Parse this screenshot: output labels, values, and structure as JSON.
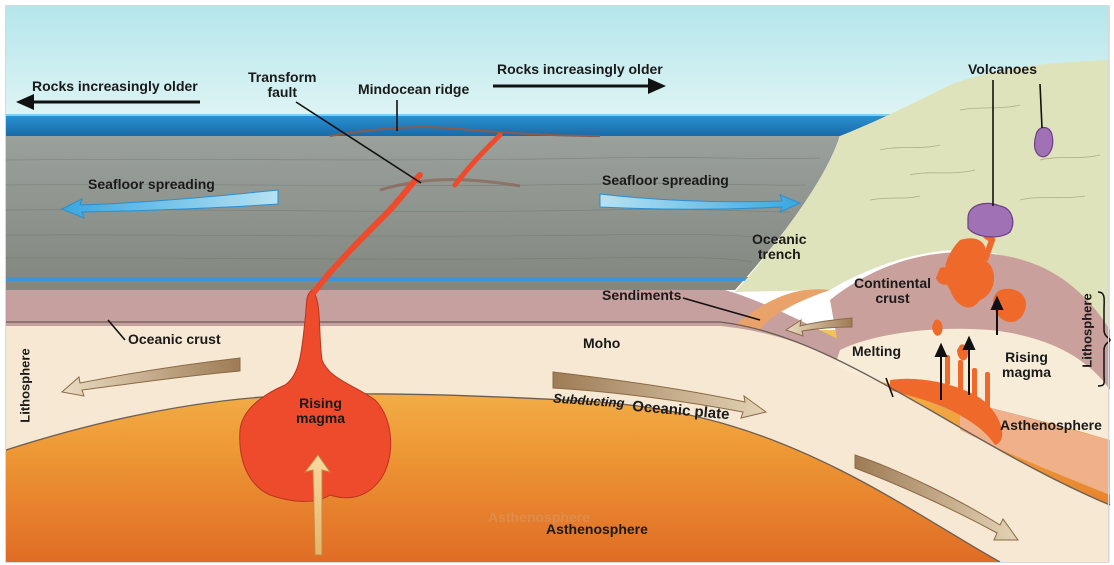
{
  "labels": {
    "rocks_older_left": "Rocks increasingly older",
    "rocks_older_right": "Rocks increasingly older",
    "transform_fault": "Transform\nfault",
    "midocean_ridge": "Mindocean ridge",
    "volcanoes": "Volcanoes",
    "seafloor_spreading_left": "Seafloor spreading",
    "seafloor_spreading_right": "Seafloor spreading",
    "oceanic_trench": "Oceanic\ntrench",
    "sediments": "Sendiments",
    "continental_crust": "Continental\ncrust",
    "oceanic_crust": "Oceanic crust",
    "moho": "Moho",
    "melting": "Melting",
    "rising_magma_right": "Rising\nmagma",
    "lithosphere_left": "Lithosphere",
    "lithosphere_right": "Lithosphere",
    "rising_magma_center": "Rising\nmagma",
    "subducting_plate_1": "Subducting",
    "subducting_plate_2": "Oceanic plate",
    "asthenosphere_right": "Asthenosphere",
    "asthenosphere_ghost": "Asthenosphere",
    "asthenosphere_bottom": "Asthenosphere"
  },
  "colors": {
    "sky": "#bfe9ee",
    "ocean": "#1f7fc2",
    "ocean_floor": "#8e9290",
    "crust": "#c9a3a0",
    "lithosphere": "#f7ead5",
    "asthenosphere": "#f0a13a",
    "magma": "#ee4a2c",
    "continent": "#dfe2b8"
  }
}
